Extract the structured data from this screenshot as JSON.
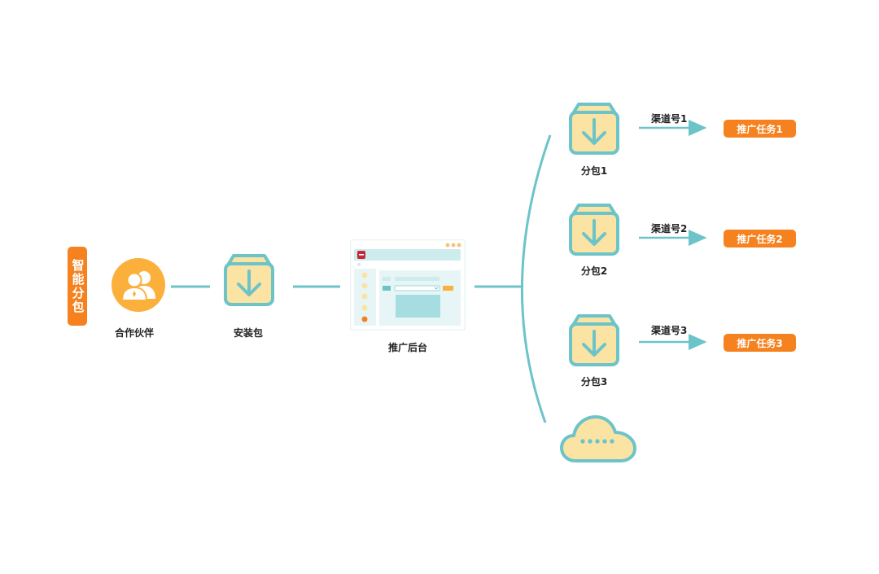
{
  "title": "智能分包",
  "colors": {
    "accent_orange": "#f5821f",
    "teal": "#6cc4c9",
    "box_fill": "#fbe3a4",
    "partner_circle": "#fbb03b",
    "cloud_fill": "#fbe3a4"
  },
  "flow": {
    "partner_label": "合作伙伴",
    "installer_label": "安装包",
    "backend_label": "推广后台"
  },
  "branches": [
    {
      "package_label": "分包1",
      "channel_label": "渠道号1",
      "task_label": "推广任务1"
    },
    {
      "package_label": "分包2",
      "channel_label": "渠道号2",
      "task_label": "推广任务2"
    },
    {
      "package_label": "分包3",
      "channel_label": "渠道号3",
      "task_label": "推广任务3"
    }
  ],
  "icons": {
    "partner": "users-icon",
    "package": "download-box-icon",
    "backend": "admin-console-icon",
    "cloud": "cloud-more-icon"
  }
}
